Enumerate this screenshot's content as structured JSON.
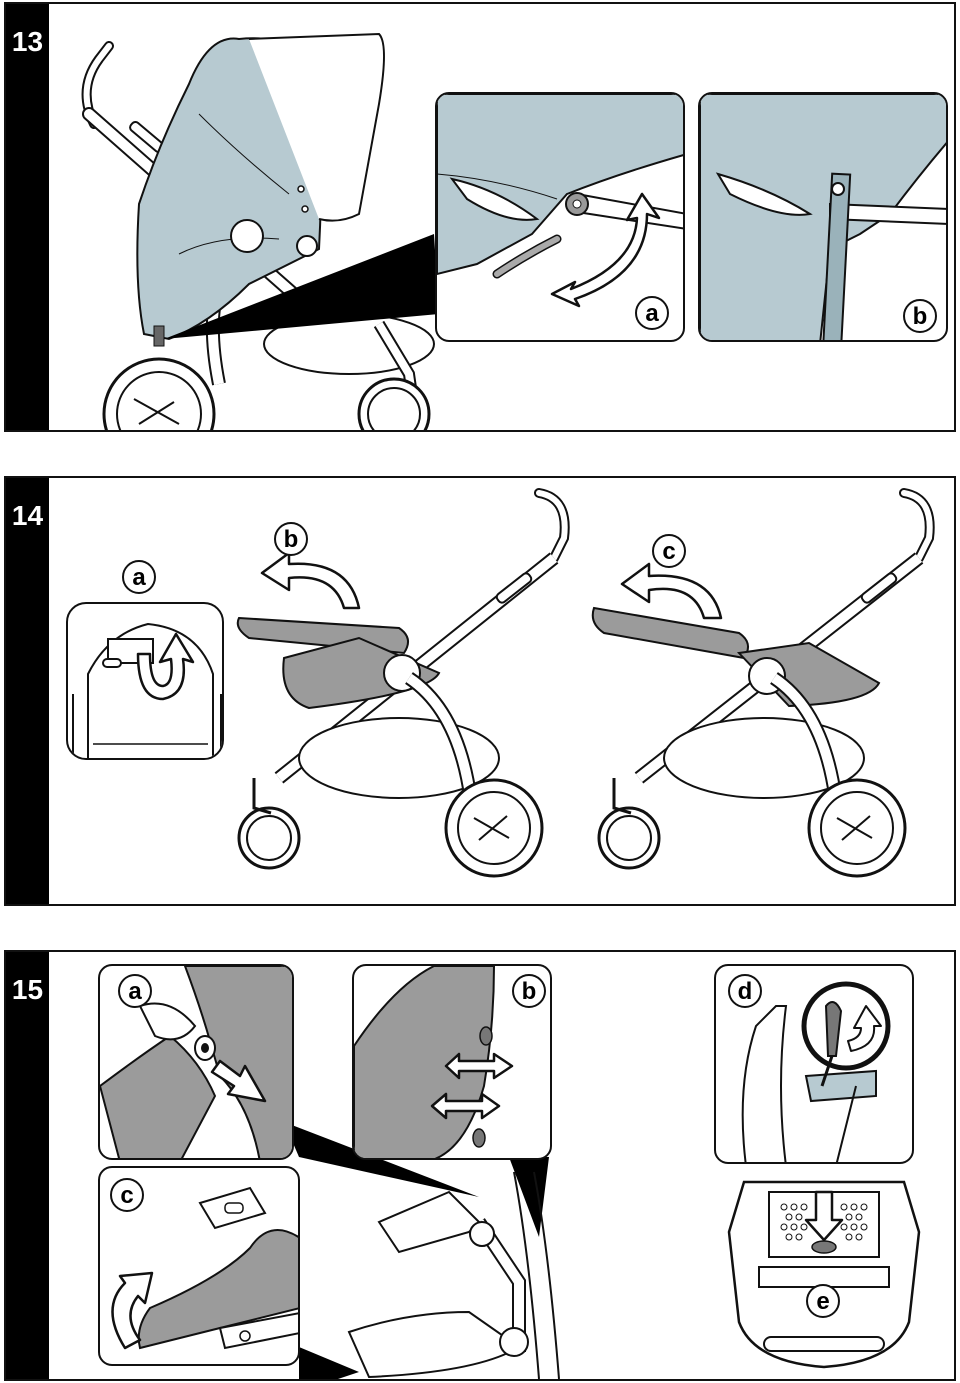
{
  "steps": [
    {
      "number": "13",
      "panel_labels": [
        "a",
        "b"
      ]
    },
    {
      "number": "14",
      "panel_labels": [
        "a",
        "b",
        "c"
      ]
    },
    {
      "number": "15",
      "panel_labels": [
        "a",
        "b",
        "c",
        "d",
        "e"
      ]
    }
  ],
  "colors": {
    "rain_cover": "#b7cad1",
    "seat_fabric": "#9b9b9b",
    "outline": "#111111",
    "step_bar": "#000000"
  },
  "icons": [
    "curved-arrow-icon",
    "rotate-arrow-icon",
    "double-arrow-icon",
    "push-arrow-icon",
    "wheel-icon"
  ]
}
